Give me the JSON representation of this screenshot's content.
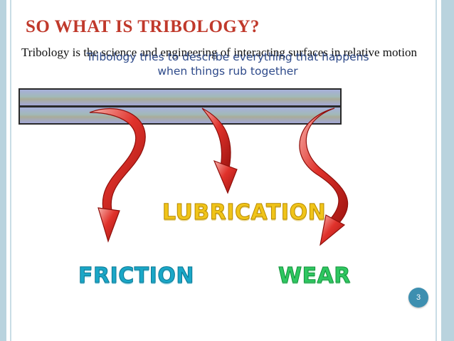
{
  "slide": {
    "title": "SO WHAT IS TRIBOLOGY?",
    "definition": "Tribology is the science and engineering of interacting surfaces in relative motion",
    "overlay_line1": "Tribology tries to describe everything that happens",
    "overlay_line2": "when things rub together",
    "terms": {
      "lubrication": "LUBRICATION",
      "friction": "FRICTION",
      "wear": "WEAR"
    },
    "page_number": "3"
  },
  "colors": {
    "title": "#c0392b",
    "lubrication": "#f0c419",
    "friction": "#1aa7c7",
    "wear": "#2ec760",
    "arrow": "#d42a24",
    "page_badge": "#3d8fb0"
  }
}
